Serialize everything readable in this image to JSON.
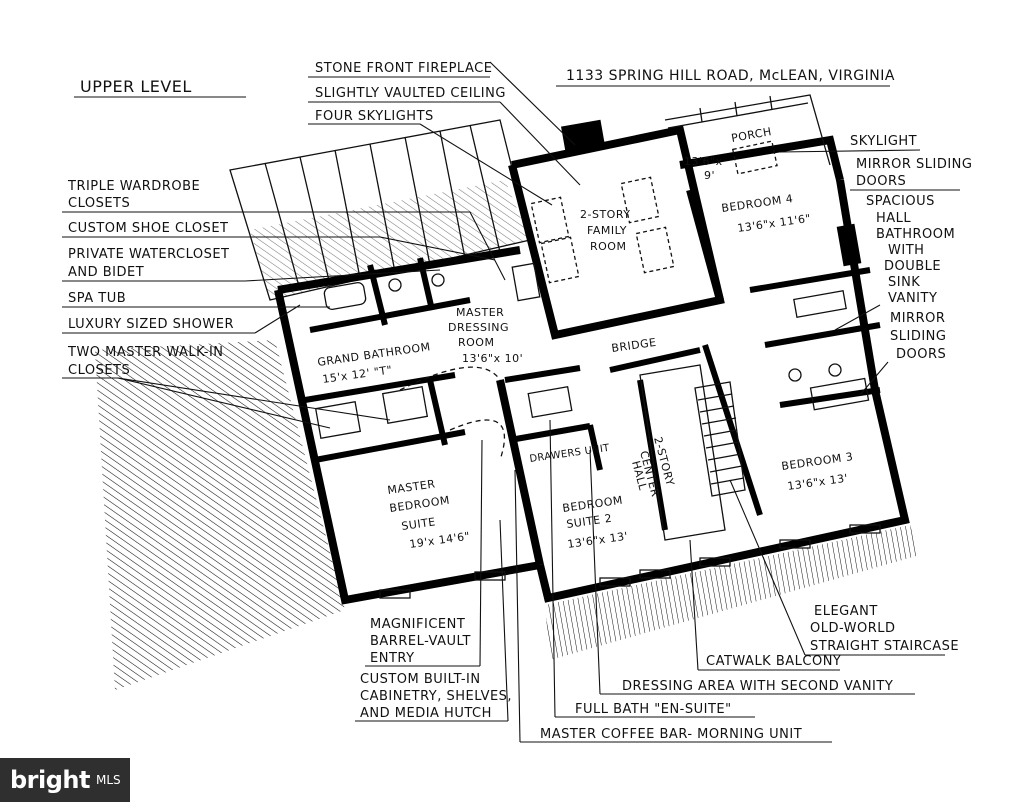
{
  "header": {
    "level_title": "UPPER LEVEL",
    "address": "1133 SPRING HILL ROAD, McLEAN, VIRGINIA"
  },
  "callouts_left": [
    "STONE FRONT FIREPLACE",
    "SLIGHTLY VAULTED CEILING",
    "FOUR SKYLIGHTS",
    "TRIPLE WARDROBE",
    "CLOSETS",
    "CUSTOM SHOE CLOSET",
    "PRIVATE WATERCLOSET",
    "AND BIDET",
    "SPA TUB",
    "LUXURY SIZED SHOWER",
    "TWO MASTER WALK-IN",
    "CLOSETS"
  ],
  "callouts_right": [
    "SKYLIGHT",
    "MIRROR SLIDING",
    "DOORS",
    "SPACIOUS",
    "HALL",
    "BATHROOM",
    "WITH",
    "DOUBLE",
    "SINK",
    "VANITY",
    "MIRROR",
    "SLIDING",
    "DOORS"
  ],
  "callouts_bottom": [
    "MAGNIFICENT",
    "BARREL-VAULT",
    "ENTRY",
    "CUSTOM BUILT-IN",
    "CABINETRY, SHELVES,",
    "AND MEDIA HUTCH",
    "ELEGANT",
    "OLD-WORLD",
    "STRAIGHT STAIRCASE",
    "CATWALK BALCONY",
    "DRESSING AREA WITH SECOND VANITY",
    "FULL BATH \"EN-SUITE\"",
    "MASTER COFFEE BAR- MORNING UNIT"
  ],
  "rooms": {
    "porch": "PORCH",
    "porch_dim_a": "13'6\"x",
    "porch_dim_b": "9'",
    "family_a": "2-STORY",
    "family_b": "FAMILY",
    "family_c": "ROOM",
    "bedroom4_a": "BEDROOM 4",
    "bedroom4_b": "13'6\"x 11'6\"",
    "dressing_a": "MASTER",
    "dressing_b": "DRESSING",
    "dressing_c": "ROOM",
    "dressing_d": "13'6\"x 10'",
    "bridge": "BRIDGE",
    "grand_bath_a": "GRAND BATHROOM",
    "grand_bath_b": "15'x 12' \"T\"",
    "center_hall_a": "2-STORY",
    "center_hall_b": "CENTER",
    "center_hall_c": "HALL",
    "bedroom3_a": "BEDROOM 3",
    "bedroom3_b": "13'6\"x 13'",
    "master_a": "MASTER",
    "master_b": "BEDROOM",
    "master_c": "SUITE",
    "master_d": "19'x 14'6\"",
    "suite2_a": "BEDROOM",
    "suite2_b": "SUITE 2",
    "suite2_c": "13'6\"x 13'",
    "drawer_label": "DRAWERS UNIT"
  },
  "watermark": {
    "brand": "bright",
    "sub": "MLS"
  }
}
